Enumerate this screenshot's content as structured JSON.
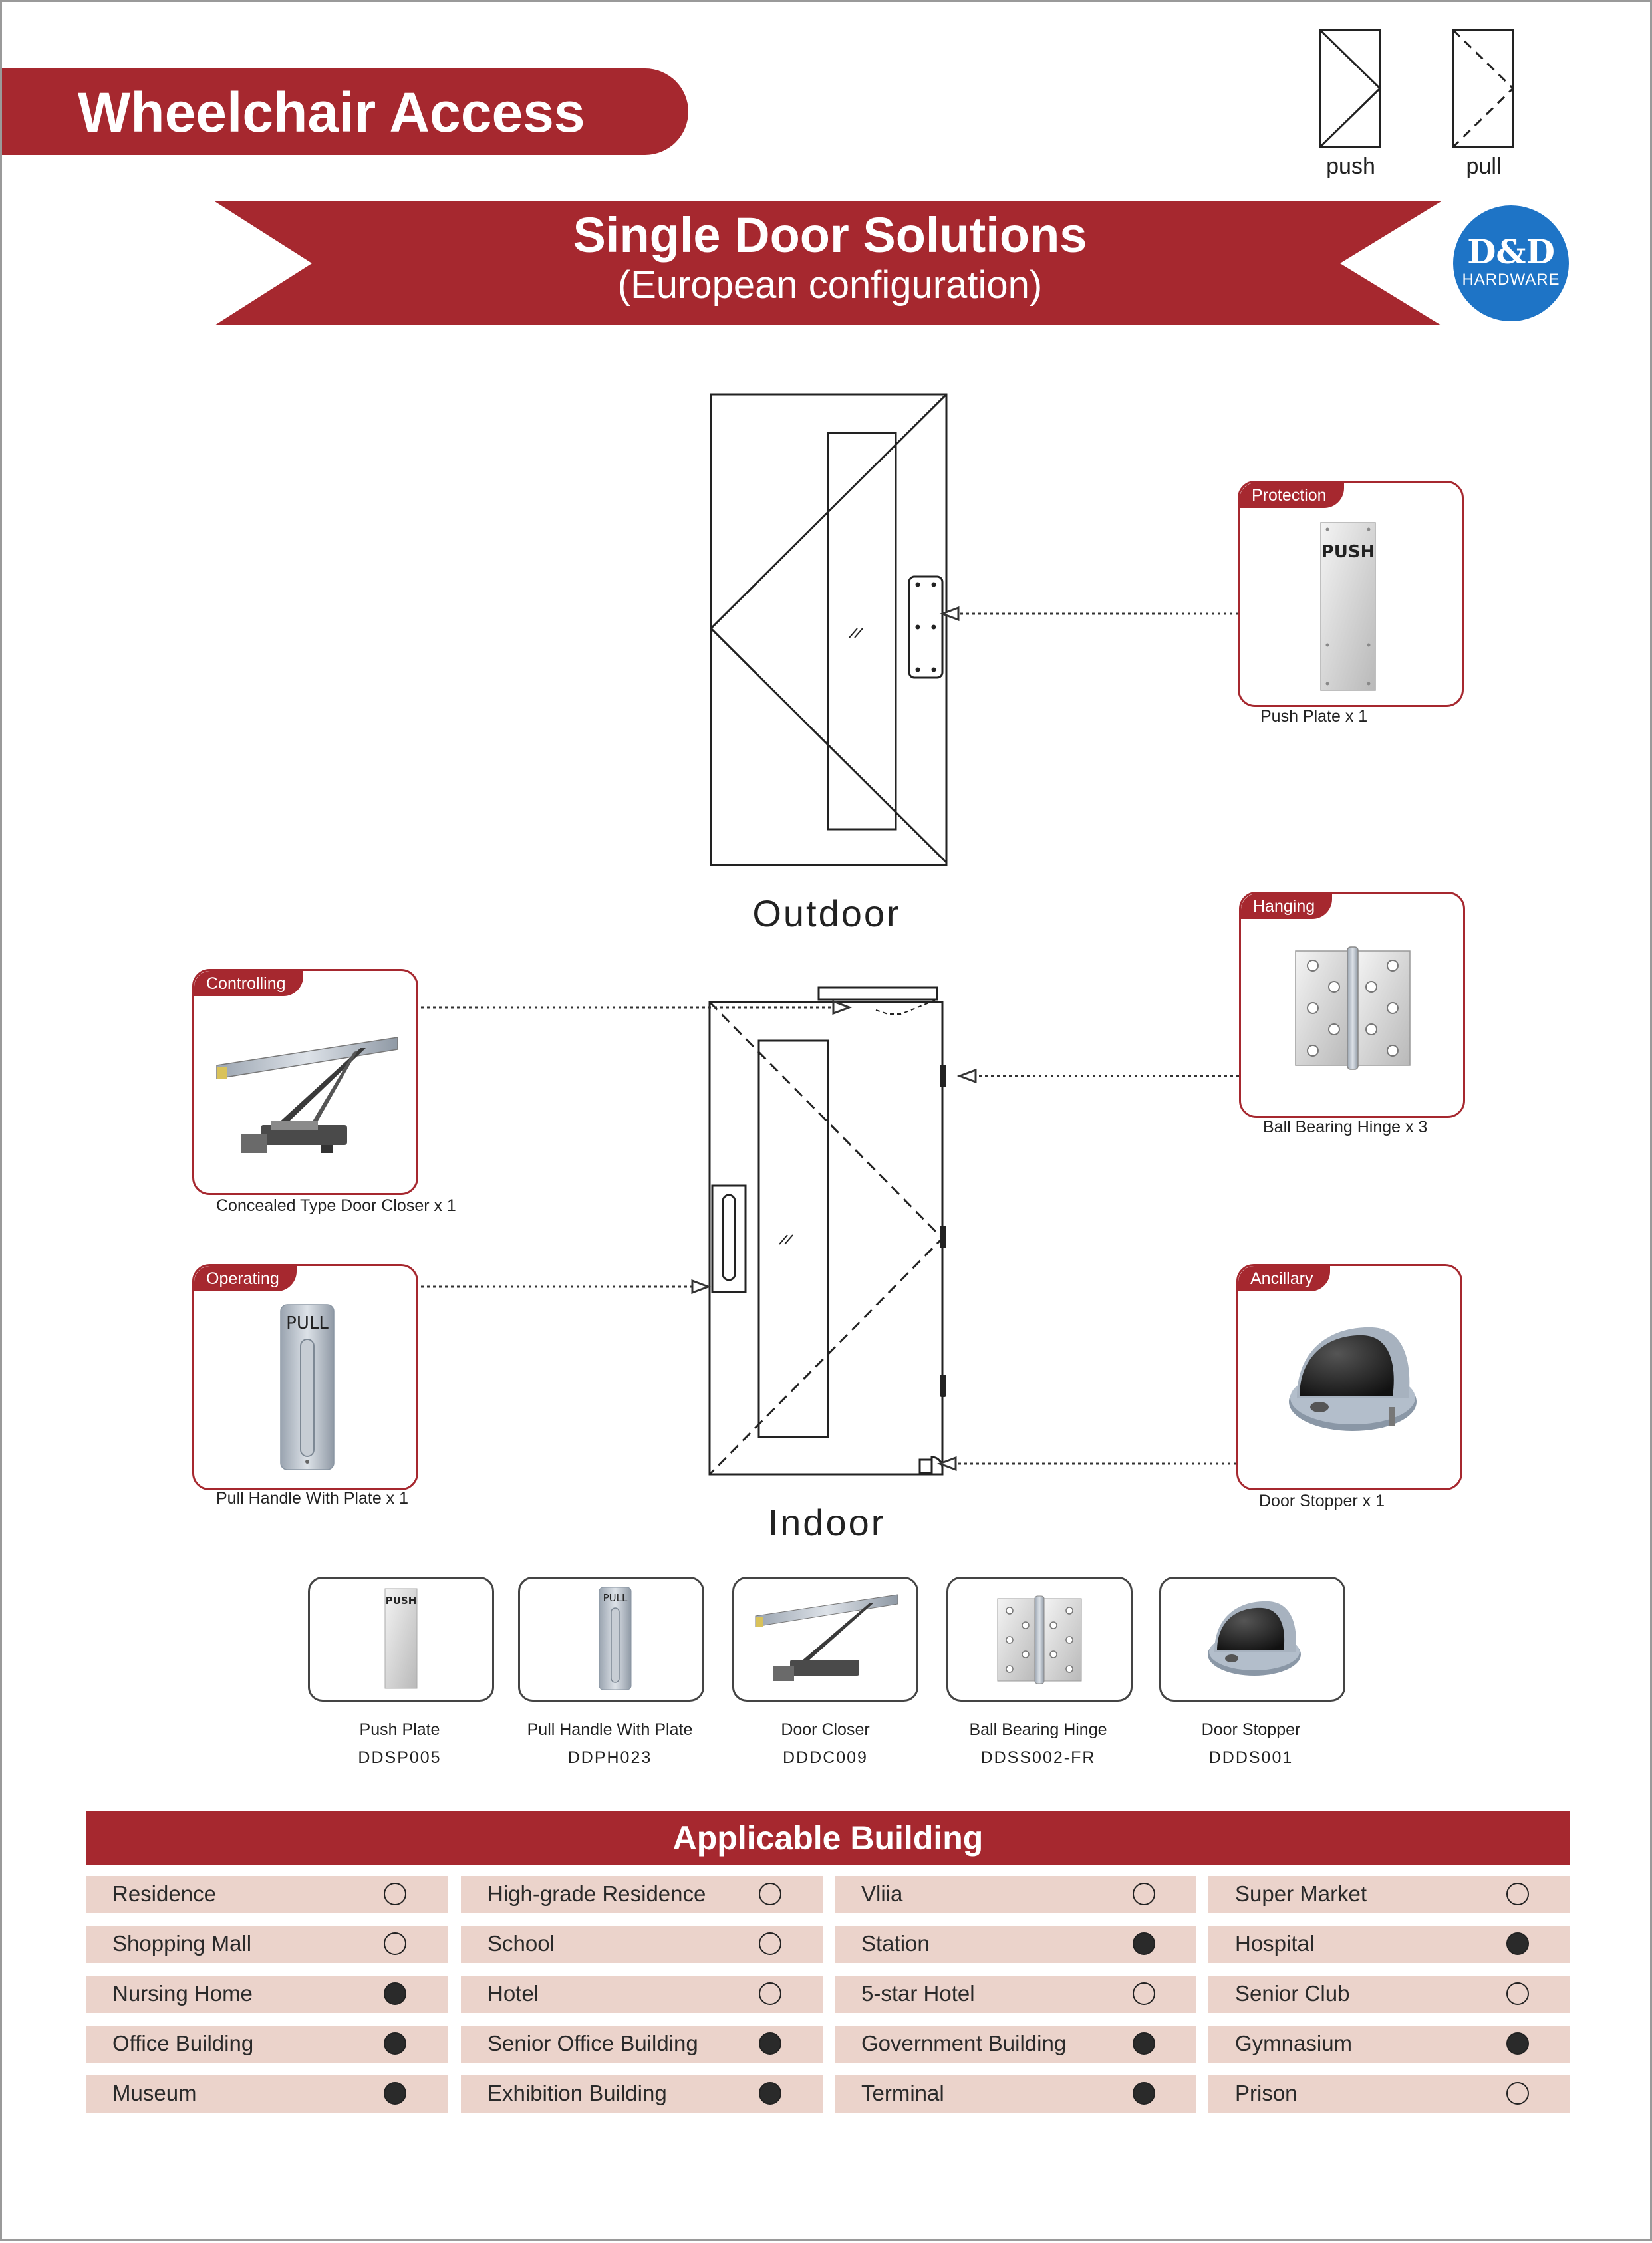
{
  "header": {
    "title": "Wheelchair Access"
  },
  "legend": {
    "push_label": "push",
    "pull_label": "pull"
  },
  "banner": {
    "title": "Single Door Solutions",
    "subtitle": "(European configuration)"
  },
  "logo": {
    "line1": "D&D",
    "line2": "HARDWARE",
    "color": "#1e74c6"
  },
  "brand_color": "#a6282f",
  "doors": {
    "outdoor_label": "Outdoor",
    "indoor_label": "Indoor"
  },
  "callouts": {
    "protection": {
      "tag": "Protection",
      "caption": "Push Plate x 1",
      "plate_text": "PUSH"
    },
    "hanging": {
      "tag": "Hanging",
      "caption": "Ball Bearing Hinge x 3"
    },
    "controlling": {
      "tag": "Controlling",
      "caption": "Concealed Type Door Closer x 1"
    },
    "operating": {
      "tag": "Operating",
      "caption": "Pull Handle With Plate x 1",
      "plate_text": "PULL"
    },
    "ancillary": {
      "tag": "Ancillary",
      "caption": "Door Stopper x 1"
    }
  },
  "products": [
    {
      "name": "Push Plate",
      "code": "DDSP005",
      "icon": "push-plate",
      "plate_text": "PUSH"
    },
    {
      "name": "Pull Handle With Plate",
      "code": "DDPH023",
      "icon": "pull-handle",
      "plate_text": "PULL"
    },
    {
      "name": "Door Closer",
      "code": "DDDC009",
      "icon": "door-closer"
    },
    {
      "name": "Ball Bearing Hinge",
      "code": "DDSS002-FR",
      "icon": "hinge"
    },
    {
      "name": "Door Stopper",
      "code": "DDDS001",
      "icon": "door-stopper"
    }
  ],
  "applicable_building": {
    "title": "Applicable Building",
    "rows": [
      [
        {
          "name": "Residence",
          "applicable": false
        },
        {
          "name": "High-grade Residence",
          "applicable": false
        },
        {
          "name": "Vliia",
          "applicable": false
        },
        {
          "name": "Super Market",
          "applicable": false
        }
      ],
      [
        {
          "name": "Shopping Mall",
          "applicable": false
        },
        {
          "name": "School",
          "applicable": false
        },
        {
          "name": "Station",
          "applicable": true
        },
        {
          "name": "Hospital",
          "applicable": true
        }
      ],
      [
        {
          "name": "Nursing Home",
          "applicable": true
        },
        {
          "name": "Hotel",
          "applicable": false
        },
        {
          "name": "5-star Hotel",
          "applicable": false
        },
        {
          "name": "Senior Club",
          "applicable": false
        }
      ],
      [
        {
          "name": "Office Building",
          "applicable": true
        },
        {
          "name": "Senior Office Building",
          "applicable": true
        },
        {
          "name": "Government Building",
          "applicable": true
        },
        {
          "name": "Gymnasium",
          "applicable": true
        }
      ],
      [
        {
          "name": "Museum",
          "applicable": true
        },
        {
          "name": "Exhibition Building",
          "applicable": true
        },
        {
          "name": "Terminal",
          "applicable": true
        },
        {
          "name": "Prison",
          "applicable": false
        }
      ]
    ]
  }
}
